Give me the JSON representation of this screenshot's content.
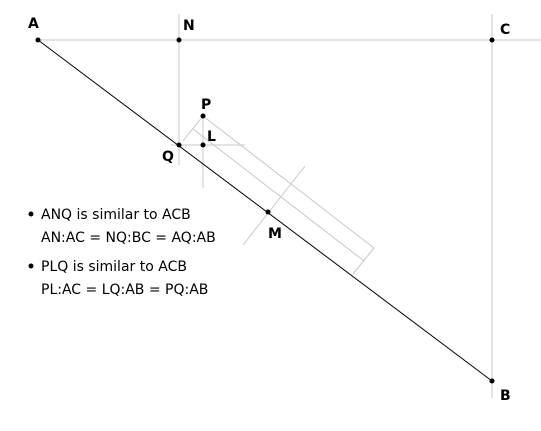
{
  "points": {
    "A": "A",
    "N": "N",
    "C": "C",
    "P": "P",
    "L": "L",
    "Q": "Q",
    "M": "M",
    "B": "B"
  },
  "notes": [
    {
      "statement": "ANQ is similar to ACB",
      "ratio": "AN:AC = NQ:BC = AQ:AB"
    },
    {
      "statement": "PLQ is similar to ACB",
      "ratio": "PL:AC = LQ:AB = PQ:AB"
    }
  ],
  "colors": {
    "main_line": "#000000",
    "construction_line": "#c8c8c8",
    "point": "#000000"
  }
}
